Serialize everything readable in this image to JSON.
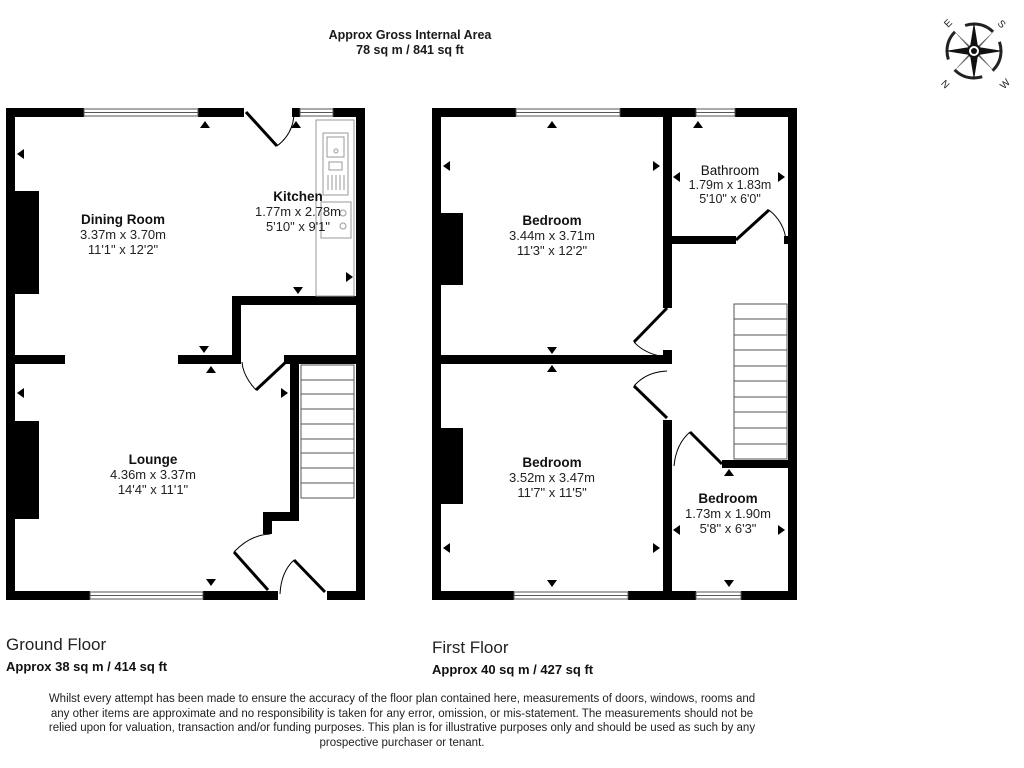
{
  "header": {
    "title": "Approx Gross Internal Area",
    "area": "78 sq m / 841 sq ft"
  },
  "compass": {
    "icon": "compass-rose-icon",
    "labels": {
      "top_left": "E",
      "top_right": "S",
      "bottom_left": "N",
      "bottom_right": "W"
    }
  },
  "ground_floor": {
    "title": "Ground Floor",
    "area": "Approx 38 sq m / 414 sq ft",
    "rooms": [
      {
        "name": "Dining Room",
        "metric": "3.37m x 3.70m",
        "imperial": "11'1\" x 12'2\""
      },
      {
        "name": "Kitchen",
        "metric": "1.77m x 2.78m",
        "imperial": "5'10\" x 9'1\""
      },
      {
        "name": "Lounge",
        "metric": "4.36m x 3.37m",
        "imperial": "14'4\" x 11'1\""
      }
    ]
  },
  "first_floor": {
    "title": "First Floor",
    "area": "Approx 40 sq m / 427 sq ft",
    "rooms": [
      {
        "name": "Bedroom",
        "metric": "3.44m x 3.71m",
        "imperial": "11'3\" x 12'2\""
      },
      {
        "name": "Bathroom",
        "metric": "1.79m x 1.83m",
        "imperial": "5'10\" x 6'0\""
      },
      {
        "name": "Bedroom",
        "metric": "3.52m x 3.47m",
        "imperial": "11'7\" x 11'5\""
      },
      {
        "name": "Bedroom",
        "metric": "1.73m x 1.90m",
        "imperial": "5'8\" x 6'3\""
      }
    ]
  },
  "disclaimer": {
    "lines": [
      "Whilst every attempt has been made to ensure the accuracy of the floor plan contained here, measurements of doors, windows, rooms and",
      "any other items are approximate and no responsibility is taken for any error, omission, or mis-statement. The measurements should not be",
      "relied upon for valuation, transaction and/or funding purposes. This plan is for illustrative purposes only and should be used as such by any",
      "prospective purchaser or tenant."
    ]
  },
  "colors": {
    "wall": "#000000",
    "fixture_line": "#9a9a9a",
    "window": "#555555",
    "background": "#ffffff"
  }
}
